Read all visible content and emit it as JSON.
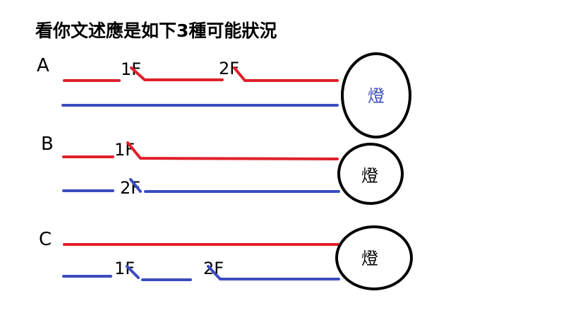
{
  "title": "看你文述應是如下3種可能狀況",
  "colors": {
    "live": "#e0202a",
    "neutral": "#3c4cc0",
    "lamp_outline": "#000000"
  },
  "cases": [
    {
      "label": "A",
      "switches": [
        "1F",
        "2F"
      ],
      "lamp": "燈",
      "lamp_color": "#3c4cc0"
    },
    {
      "label": "B",
      "switches": [
        "1F",
        "2F"
      ],
      "lamp": "燈",
      "lamp_color": "#000000"
    },
    {
      "label": "C",
      "switches": [
        "1F",
        "2F"
      ],
      "lamp": "燈",
      "lamp_color": "#000000"
    }
  ]
}
